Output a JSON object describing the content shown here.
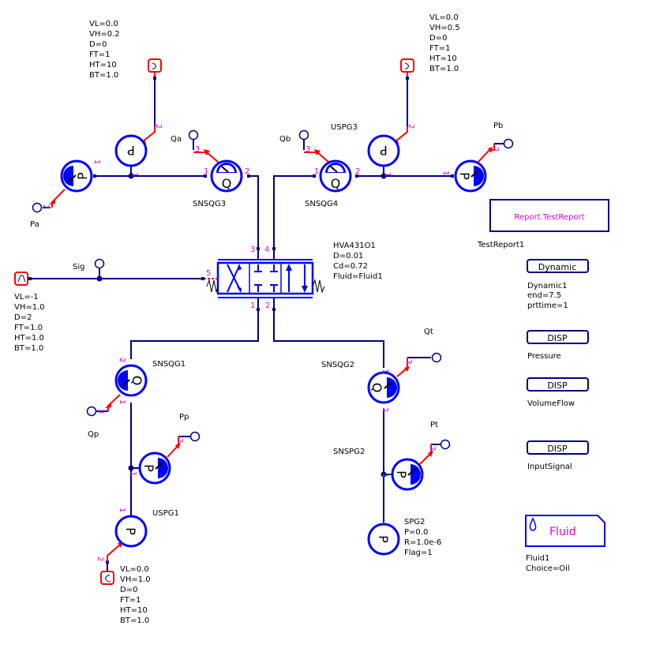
{
  "components": {
    "uspg3_top_source": {
      "params": [
        "VL=0.0",
        "VH=0.2",
        "D=0",
        "FT=1",
        "HT=10",
        "BT=1.0"
      ]
    },
    "uspg3_source": {
      "params": [
        "VL=0.0",
        "VH=0.5",
        "D=0",
        "FT=1",
        "HT=10",
        "BT=1.0"
      ]
    },
    "sig_source": {
      "params": [
        "VL=-1",
        "VH=1.0",
        "D=2",
        "FT=1.0",
        "HT=1.0",
        "BT=1.0"
      ]
    },
    "uspg1_source": {
      "params": [
        "VL=0.0",
        "VH=1.0",
        "D=0",
        "FT=1",
        "HT=10",
        "BT=1.0"
      ]
    },
    "valve": {
      "params": [
        "HVA431O1",
        "D=0.01",
        "Cd=0.72",
        "Fluid=Fluid1"
      ]
    },
    "spg2": {
      "params": [
        "SPG2",
        "P=0.0",
        "R=1.0e-6",
        "Flag=1"
      ]
    },
    "dynamic": {
      "button": "Dynamic",
      "params": [
        "Dynamic1",
        "end=7.5",
        "prttime=1"
      ]
    },
    "disp_pressure": {
      "button": "DISP",
      "label": "Pressure"
    },
    "disp_volumeflow": {
      "button": "DISP",
      "label": "VolumeFlow"
    },
    "disp_inputsignal": {
      "button": "DISP",
      "label": "InputSignal"
    },
    "report": {
      "title": "Report.TestReport",
      "label": "TestReport1"
    },
    "fluid": {
      "title": "Fluid",
      "params": [
        "Fluid1",
        "Choice=Oil"
      ]
    }
  },
  "labels": {
    "qa": "Qa",
    "qb": "Qb",
    "pa": "Pa",
    "pb": "Pb",
    "sig": "Sig",
    "qp": "Qp",
    "pp": "Pp",
    "qt": "Qt",
    "pt": "Pt",
    "snsqg3": "SNSQG3",
    "snsqg4": "SNSQG4",
    "uspg3": "USPG3",
    "snsqg1": "SNSQG1",
    "snsqg2": "SNSQG2",
    "snspg2": "SNSPG2",
    "uspg1": "USPG1"
  },
  "letters": {
    "p": "P",
    "q": "Q"
  },
  "ports": {
    "p1": "1",
    "p2": "2",
    "p3": "3",
    "p4": "4",
    "p5": "5"
  },
  "colors": {
    "wire": "#000080",
    "component": "#0000ff",
    "signal": "#ff0000",
    "port": "#e000e0"
  }
}
